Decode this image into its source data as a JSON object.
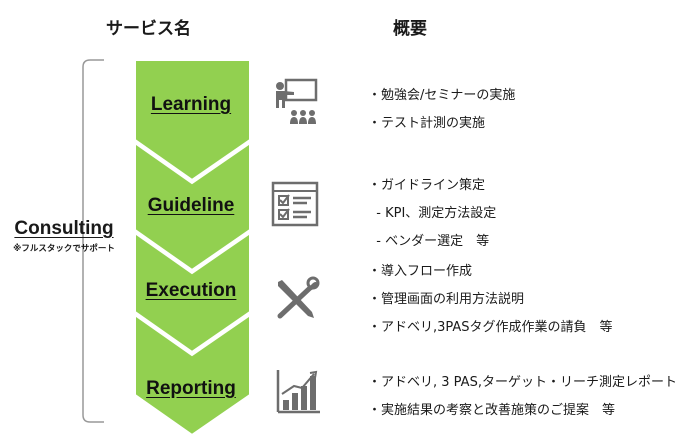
{
  "header": {
    "service_name": "サービス名",
    "overview": "概要"
  },
  "consulting": {
    "title": "Consulting",
    "subtitle": "※フルスタックでサポート"
  },
  "stages": [
    {
      "name": "Learning",
      "icon": "presentation-icon",
      "items": [
        "・勉強会/セミナーの実施",
        "・テスト計測の実施"
      ]
    },
    {
      "name": "Guideline",
      "icon": "checklist-icon",
      "items": [
        "・ガイドライン策定",
        "  - KPI、測定方法設定",
        "  - ベンダー選定　等"
      ]
    },
    {
      "name": "Execution",
      "icon": "tools-icon",
      "items": [
        "・導入フロー作成",
        "・管理画面の利用方法説明",
        "・アドベリ,3PASタグ作成作業の請負　等"
      ]
    },
    {
      "name": "Reporting",
      "icon": "bar-chart-icon",
      "items": [
        "・アドベリ, 3 PAS,ターゲット・リーチ測定レポート",
        "・実施結果の考察と改善施策のご提案　等"
      ]
    }
  ],
  "colors": {
    "chevron_fill": "#92d050",
    "chevron_stroke": "#ffffff",
    "icon_gray": "#6d6d6d",
    "bracket": "#999999"
  }
}
